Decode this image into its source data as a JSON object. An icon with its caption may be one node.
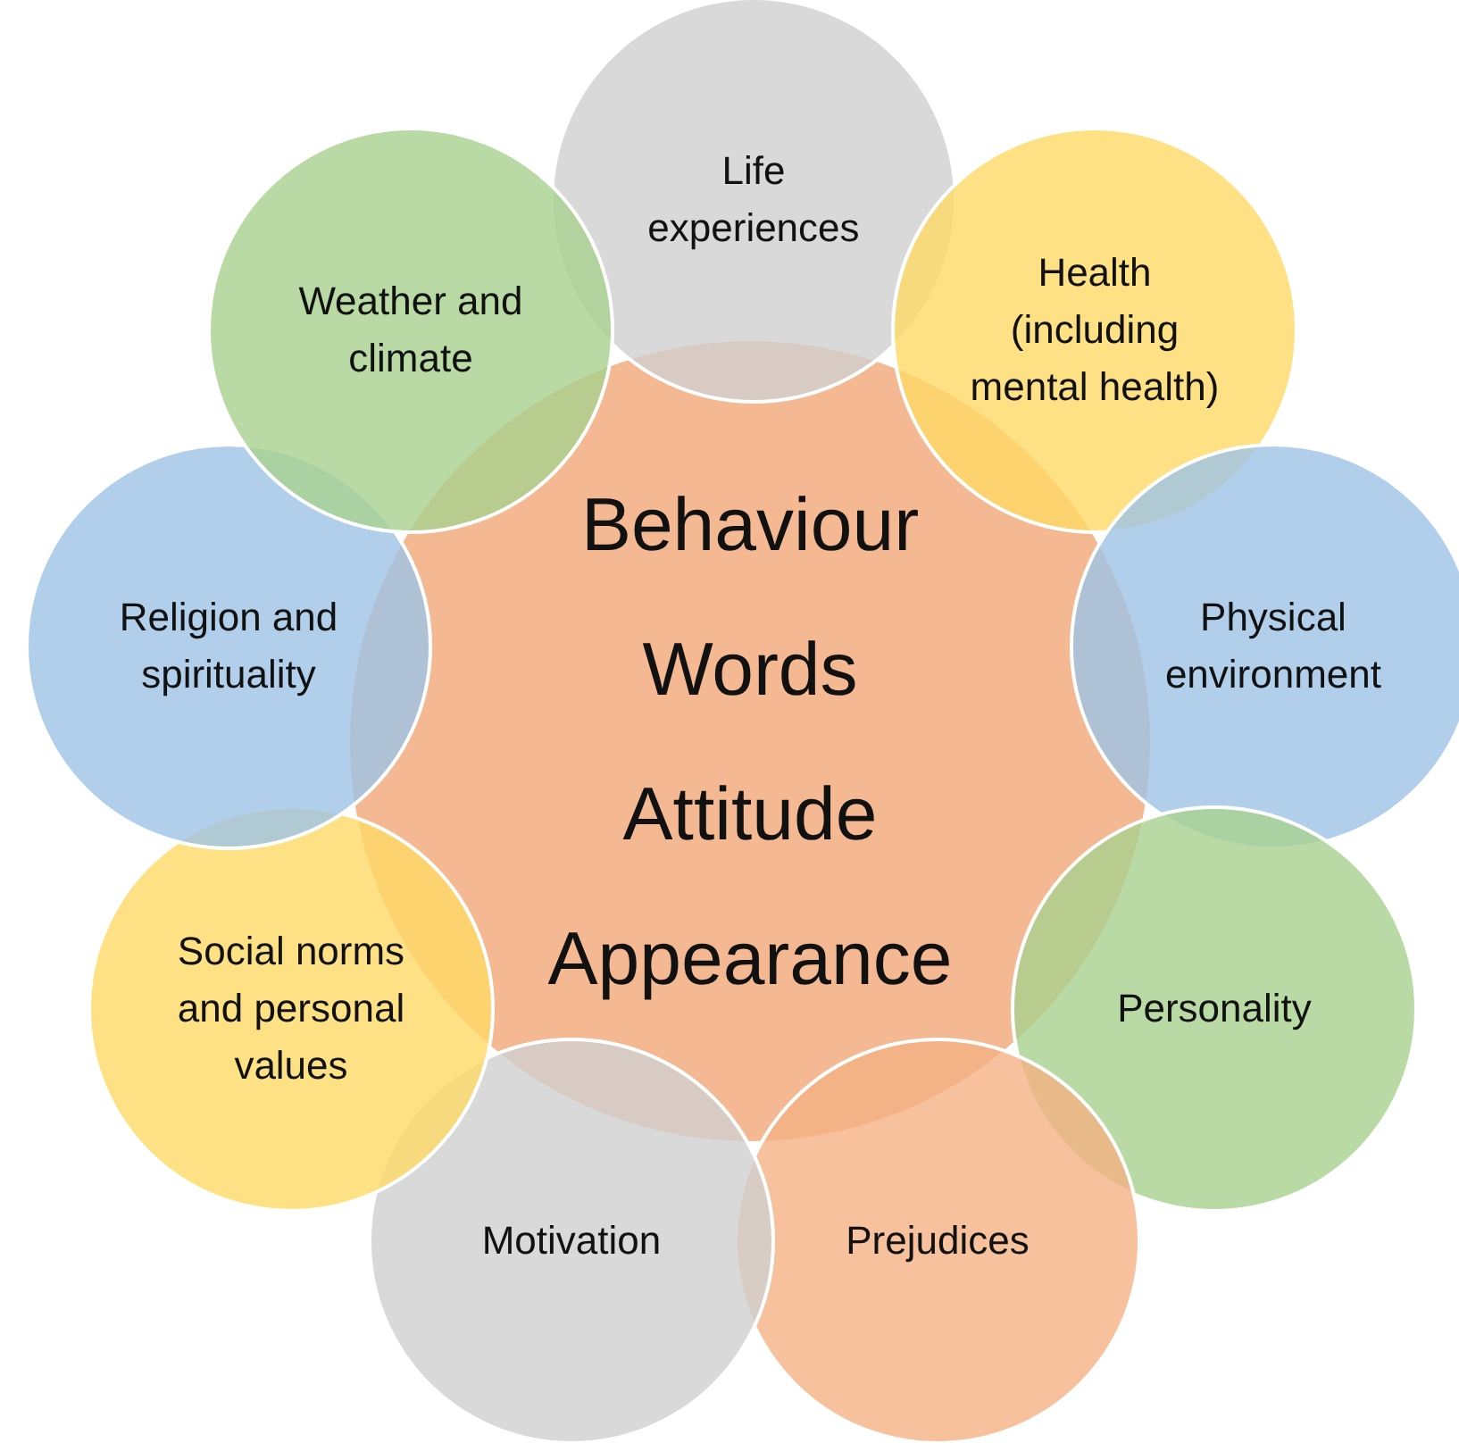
{
  "diagram": {
    "nodes": [
      {
        "text": [
          "Behaviour",
          "Words",
          "Attitude",
          "Appearance"
        ]
      },
      {
        "text": [
          "Life experiences"
        ]
      },
      {
        "text": [
          "Health (including mental health)"
        ]
      },
      {
        "text": [
          "Physical environment"
        ]
      },
      {
        "text": [
          "Personality"
        ]
      },
      {
        "text": [
          "Prejudices"
        ]
      },
      {
        "text": [
          "Motivation"
        ]
      },
      {
        "text": [
          "Social norms and personal values"
        ]
      },
      {
        "text": [
          "Religion and spirituality"
        ]
      },
      {
        "text": [
          "Weather and climate"
        ]
      }
    ]
  }
}
